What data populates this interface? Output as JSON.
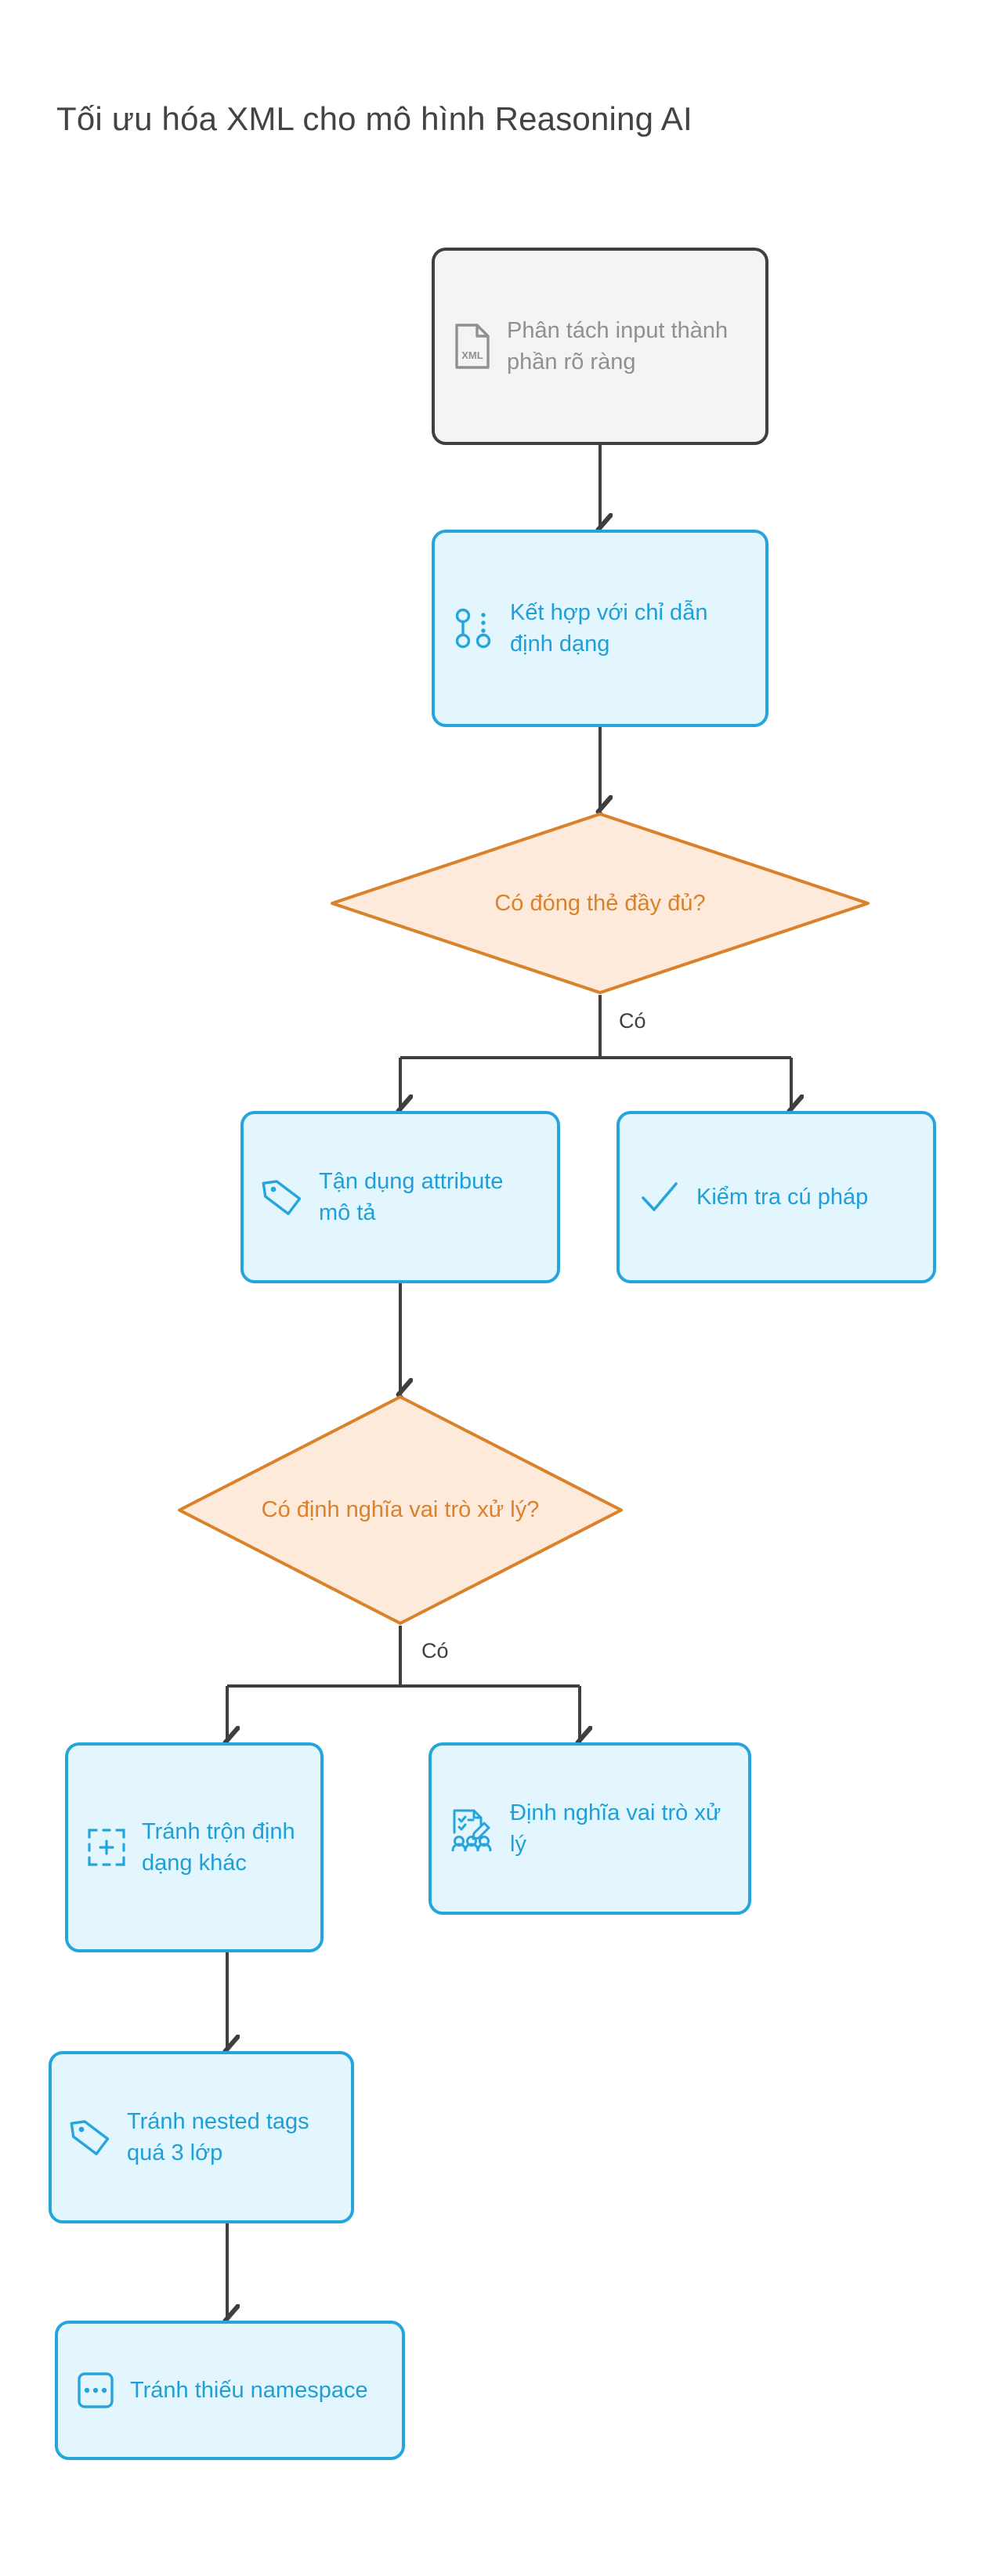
{
  "title": "Tối ưu hóa XML cho mô hình Reasoning AI",
  "colors": {
    "background": "#ffffff",
    "title_text": "#434343",
    "start_fill": "#f4f4f4",
    "start_stroke": "#3f3f3f",
    "start_text": "#909090",
    "process_fill": "#e4f6fd",
    "process_stroke": "#25a5dc",
    "process_text": "#1f9fd7",
    "decision_fill": "#fdeada",
    "decision_stroke": "#d9822b",
    "decision_text": "#d9822b",
    "connector": "#3f3f3f"
  },
  "flowchart": {
    "type": "flowchart",
    "direction": "top-to-bottom",
    "nodes": [
      {
        "id": "n1",
        "shape": "rounded-rect",
        "style": "start",
        "icon": "xml-file-icon",
        "label": "Phân tách input thành phần rõ ràng"
      },
      {
        "id": "n2",
        "shape": "rounded-rect",
        "style": "process",
        "icon": "git-branch-icon",
        "label": "Kết hợp với chỉ dẫn định dạng"
      },
      {
        "id": "d1",
        "shape": "diamond",
        "style": "decision",
        "icon": null,
        "label": "Có đóng thẻ đầy đủ?"
      },
      {
        "id": "n3",
        "shape": "rounded-rect",
        "style": "process",
        "icon": "tag-icon",
        "label": "Tận dụng attribute mô tả"
      },
      {
        "id": "n4",
        "shape": "rounded-rect",
        "style": "process",
        "icon": "check-icon",
        "label": "Kiểm tra cú pháp"
      },
      {
        "id": "d2",
        "shape": "diamond",
        "style": "decision",
        "icon": null,
        "label": "Có định nghĩa vai trò xử lý?"
      },
      {
        "id": "n5",
        "shape": "rounded-rect",
        "style": "process",
        "icon": "crop-frame-icon",
        "label": "Tránh trộn định dạng khác"
      },
      {
        "id": "n6",
        "shape": "rounded-rect",
        "style": "process",
        "icon": "roles-checklist-icon",
        "label": "Định nghĩa vai trò xử lý"
      },
      {
        "id": "n7",
        "shape": "rounded-rect",
        "style": "process",
        "icon": "tag-icon",
        "label": "Tránh nested tags quá 3 lớp"
      },
      {
        "id": "n8",
        "shape": "rounded-rect",
        "style": "process",
        "icon": "dots-square-icon",
        "label": "Tránh thiếu namespace"
      }
    ],
    "edges": [
      {
        "from": "n1",
        "to": "n2",
        "label": ""
      },
      {
        "from": "n2",
        "to": "d1",
        "label": ""
      },
      {
        "from": "d1",
        "to": "n3",
        "label": "Có"
      },
      {
        "from": "d1",
        "to": "n4",
        "label": "Có"
      },
      {
        "from": "n3",
        "to": "d2",
        "label": ""
      },
      {
        "from": "d2",
        "to": "n5",
        "label": "Có"
      },
      {
        "from": "d2",
        "to": "n6",
        "label": "Có"
      },
      {
        "from": "n5",
        "to": "n7",
        "label": ""
      },
      {
        "from": "n7",
        "to": "n8",
        "label": ""
      }
    ],
    "edge_labels": [
      {
        "id": "e1",
        "text": "Có"
      },
      {
        "id": "e2",
        "text": "Có"
      }
    ]
  }
}
